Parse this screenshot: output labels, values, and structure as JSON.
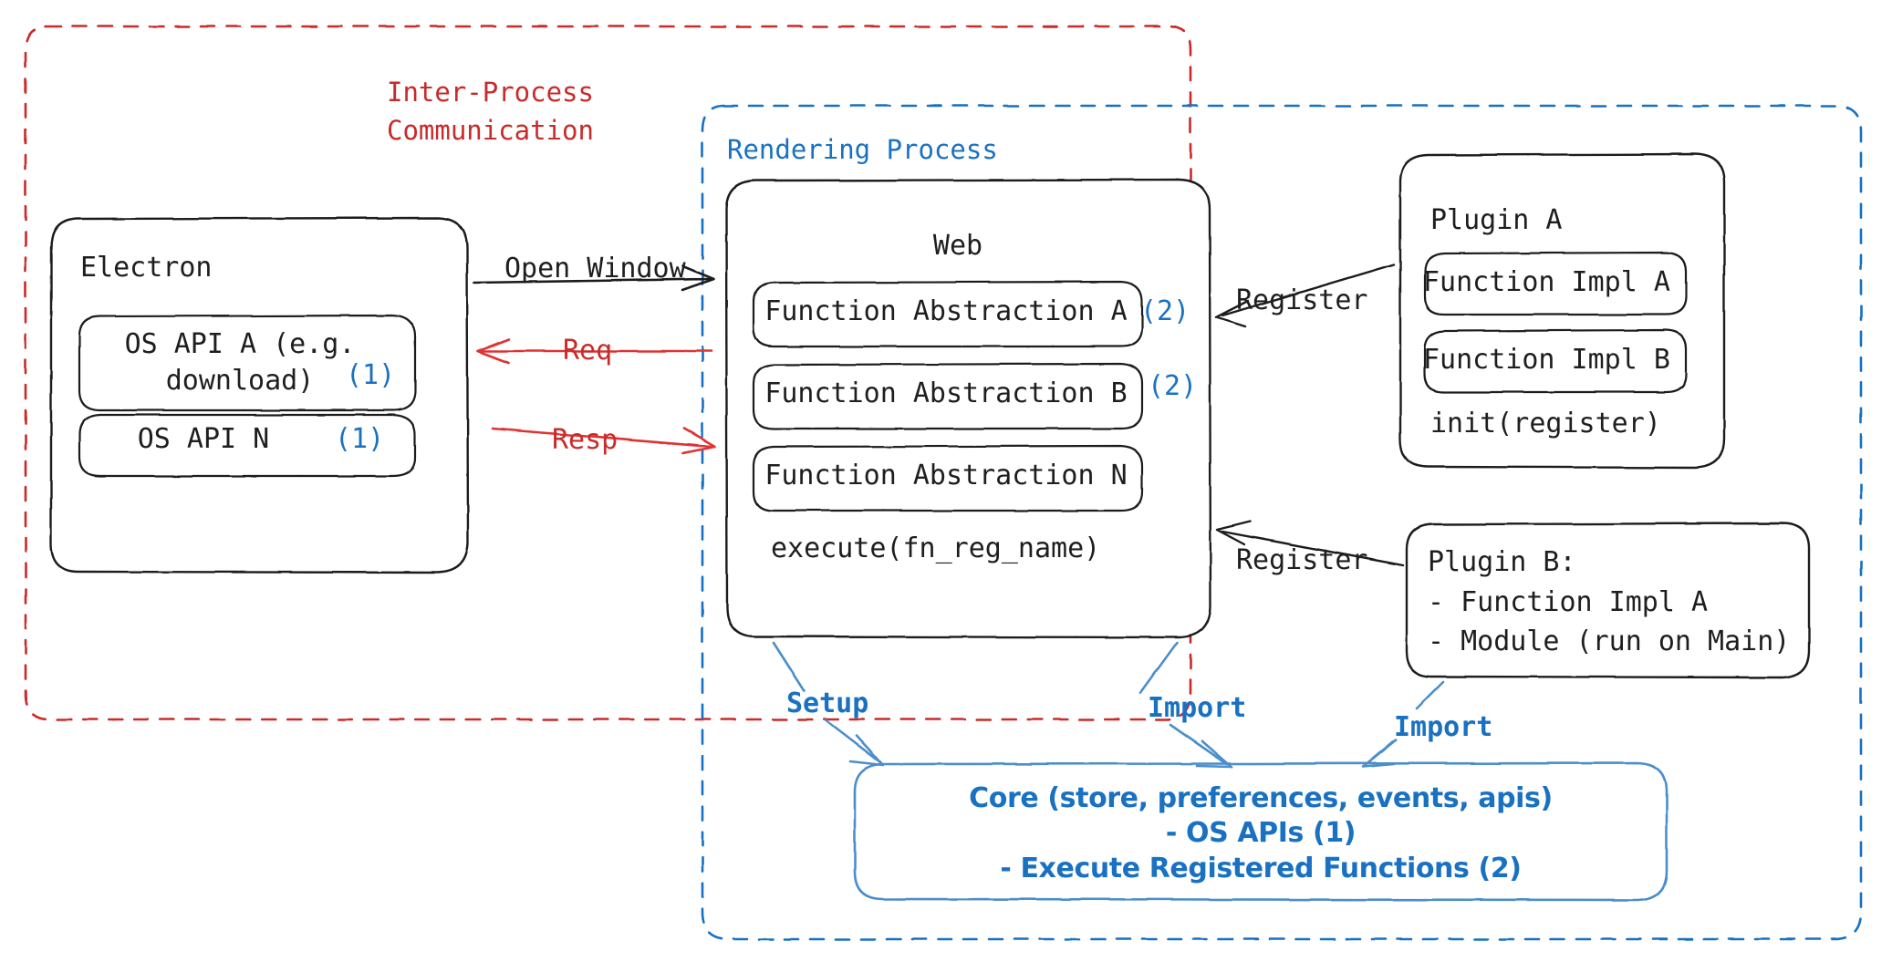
{
  "diagram": {
    "title": "Electron plugin architecture",
    "colors": {
      "ipc_red": "#c92a2a",
      "process_blue": "#1971c2",
      "stroke_dark": "#1e1e1e",
      "background": "#ffffff"
    },
    "containers": {
      "ipc": {
        "label": "Inter-Process\nCommunication",
        "style": "dashed",
        "color": "#c92a2a"
      },
      "rendering": {
        "label": "Rendering Process",
        "style": "dashed",
        "color": "#1971c2"
      }
    },
    "electron": {
      "title": "Electron",
      "apis": [
        {
          "label": "OS API A (e.g.\ndownload)",
          "note": "(1)"
        },
        {
          "label": "OS API N",
          "note": "(1)"
        }
      ]
    },
    "web": {
      "title": "Web",
      "abstractions": [
        {
          "label": "Function Abstraction A",
          "note": "(2)"
        },
        {
          "label": "Function Abstraction B",
          "note": "(2)"
        },
        {
          "label": "Function Abstraction N",
          "note": ""
        }
      ],
      "method": "execute(fn_reg_name)"
    },
    "plugin_a": {
      "title": "Plugin A",
      "items": [
        "Function Impl A",
        "Function Impl B"
      ],
      "method": "init(register)"
    },
    "plugin_b": {
      "title": "Plugin B:",
      "lines": [
        "- Function Impl A",
        "- Module (run on Main)"
      ]
    },
    "core": {
      "text": "Core (store, preferences, events, apis)\n- OS APIs (1)\n- Execute Registered Functions (2)"
    },
    "arrows": [
      {
        "name": "open-window",
        "label": "Open Window",
        "color": "#1e1e1e"
      },
      {
        "name": "request",
        "label": "Req",
        "color": "#e03131"
      },
      {
        "name": "response",
        "label": "Resp",
        "color": "#e03131"
      },
      {
        "name": "register-a",
        "label": "Register",
        "color": "#1e1e1e"
      },
      {
        "name": "register-b",
        "label": "Register",
        "color": "#1e1e1e"
      },
      {
        "name": "setup",
        "label": "Setup",
        "color": "#4c8ecb"
      },
      {
        "name": "import-web",
        "label": "Import",
        "color": "#4c8ecb"
      },
      {
        "name": "import-plugin",
        "label": "Import",
        "color": "#4c8ecb"
      }
    ]
  }
}
